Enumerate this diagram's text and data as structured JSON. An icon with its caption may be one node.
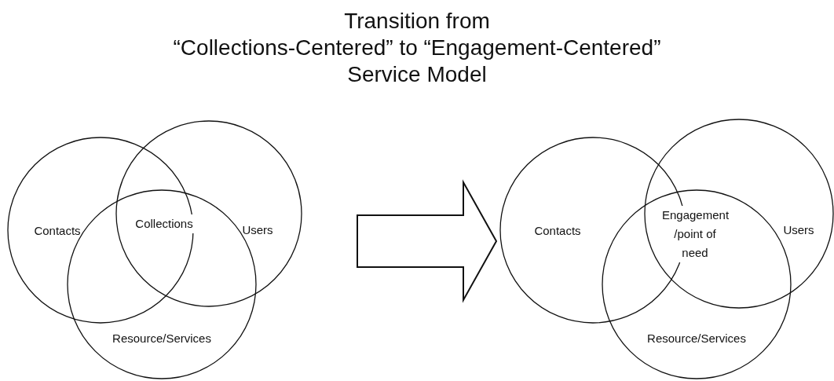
{
  "diagram": {
    "title": "Transition from “Collections-Centered” to “Engagement-Centered” Service Model",
    "nodes": [
      {
        "text": [
          "Contacts"
        ]
      },
      {
        "text": [
          "Users"
        ]
      },
      {
        "text": [
          "Resource/Services"
        ]
      },
      {
        "text": [
          "Contacts"
        ]
      },
      {
        "text": [
          "Users"
        ]
      },
      {
        "text": [
          "Resource/Services"
        ]
      }
    ],
    "edges": [
      {
        "from": 1,
        "to": 3,
        "arrow": "to",
        "style": "thick"
      }
    ],
    "labels": [
      "Collections",
      "Engagement /point of need"
    ]
  }
}
